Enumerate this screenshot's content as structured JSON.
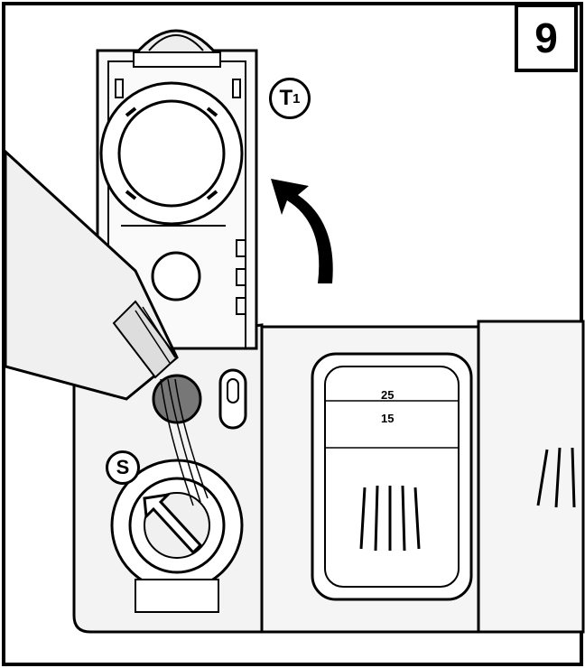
{
  "step": {
    "number": "9"
  },
  "labels": {
    "lid_marker_main": "T",
    "lid_marker_sub": "1",
    "dial_marker": "S"
  },
  "dispenser": {
    "levels": [
      "25",
      "15"
    ]
  },
  "icons": [
    "rotation-arrow-icon",
    "dial-pointer-arrow-icon",
    "detergent-bottle-icon",
    "rinse-stream-icon"
  ]
}
